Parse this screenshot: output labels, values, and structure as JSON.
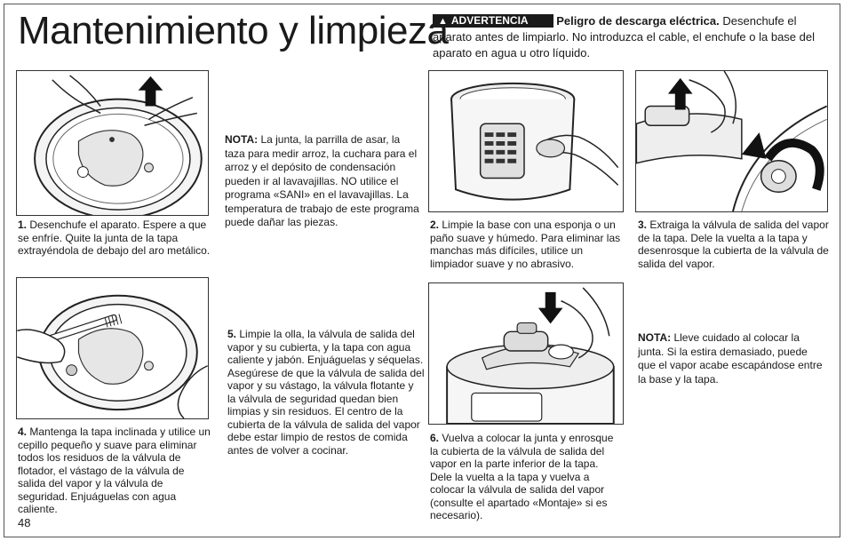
{
  "page": {
    "title": "Mantenimiento y limpieza",
    "page_number": "48"
  },
  "warning": {
    "label": "ADVERTENCIA",
    "icon": "warning-triangle-icon",
    "headline": "Peligro de descarga eléctrica.",
    "body": "Desenchufe el aparato antes de limpiarlo. No introduzca el cable, el enchufe o la base del aparato en agua u otro líquido."
  },
  "steps": [
    {
      "num": "1.",
      "text": "Desenchufe el aparato. Espere a que se enfríe. Quite la junta de la tapa extrayéndola de debajo del aro metálico."
    },
    {
      "num": "2.",
      "text": "Limpie la base con una esponja o un paño suave y húmedo. Para eliminar las manchas más difíciles, utilice un limpiador suave y no abrasivo."
    },
    {
      "num": "3.",
      "text": "Extraiga la válvula de salida del vapor de la tapa. Dele la vuelta a la tapa y desenrosque la cubierta de la válvula de salida del vapor."
    },
    {
      "num": "4.",
      "text": "Mantenga la tapa inclinada y utilice un cepillo pequeño y suave para eliminar todos los residuos de la válvula de flotador, el vástago de la válvula de salida del vapor y la válvula de seguridad. Enjuáguelas con agua caliente."
    },
    {
      "num": "5.",
      "text": "Limpie la olla, la válvula de salida del vapor y su cubierta, y la tapa con agua caliente y jabón. Enjuáguelas y séquelas. Asegúrese de que la válvula de salida del vapor y su vástago, la válvula flotante y la válvula de seguridad quedan bien limpias y sin residuos. El centro de la cubierta de la válvula de salida del vapor debe estar limpio de restos de comida antes de volver a cocinar."
    },
    {
      "num": "6.",
      "text": "Vuelva a colocar la junta y enrosque la cubierta de la válvula de salida del vapor en la parte inferior de la tapa. Dele la vuelta a la tapa y vuelva a colocar la válvula de salida del vapor (consulte el apartado «Montaje» si es necesario)."
    }
  ],
  "notes": [
    {
      "label": "NOTA:",
      "text": "La junta, la parrilla de asar, la taza para medir arroz, la cuchara para el arroz y el depósito de condensación pueden ir al lavavajillas. NO utilice el programa «SANI» en el lavavajillas. La temperatura de trabajo de este programa puede dañar las piezas."
    },
    {
      "label": "NOTA:",
      "text": "Lleve cuidado al colocar la junta. Si la estira demasiado, puede que el vapor acabe escapándose entre la base y la tapa."
    }
  ],
  "illustrations": [
    {
      "name": "lid-gasket-removal-illustration",
      "icon": "arrow-up-icon"
    },
    {
      "name": "base-wiping-illustration"
    },
    {
      "name": "steam-valve-removal-illustration",
      "icon": "arrow-up-icon"
    },
    {
      "name": "lid-brushing-illustration"
    },
    {
      "name": "steam-valve-reinstall-illustration",
      "icon": "arrow-down-icon"
    }
  ]
}
